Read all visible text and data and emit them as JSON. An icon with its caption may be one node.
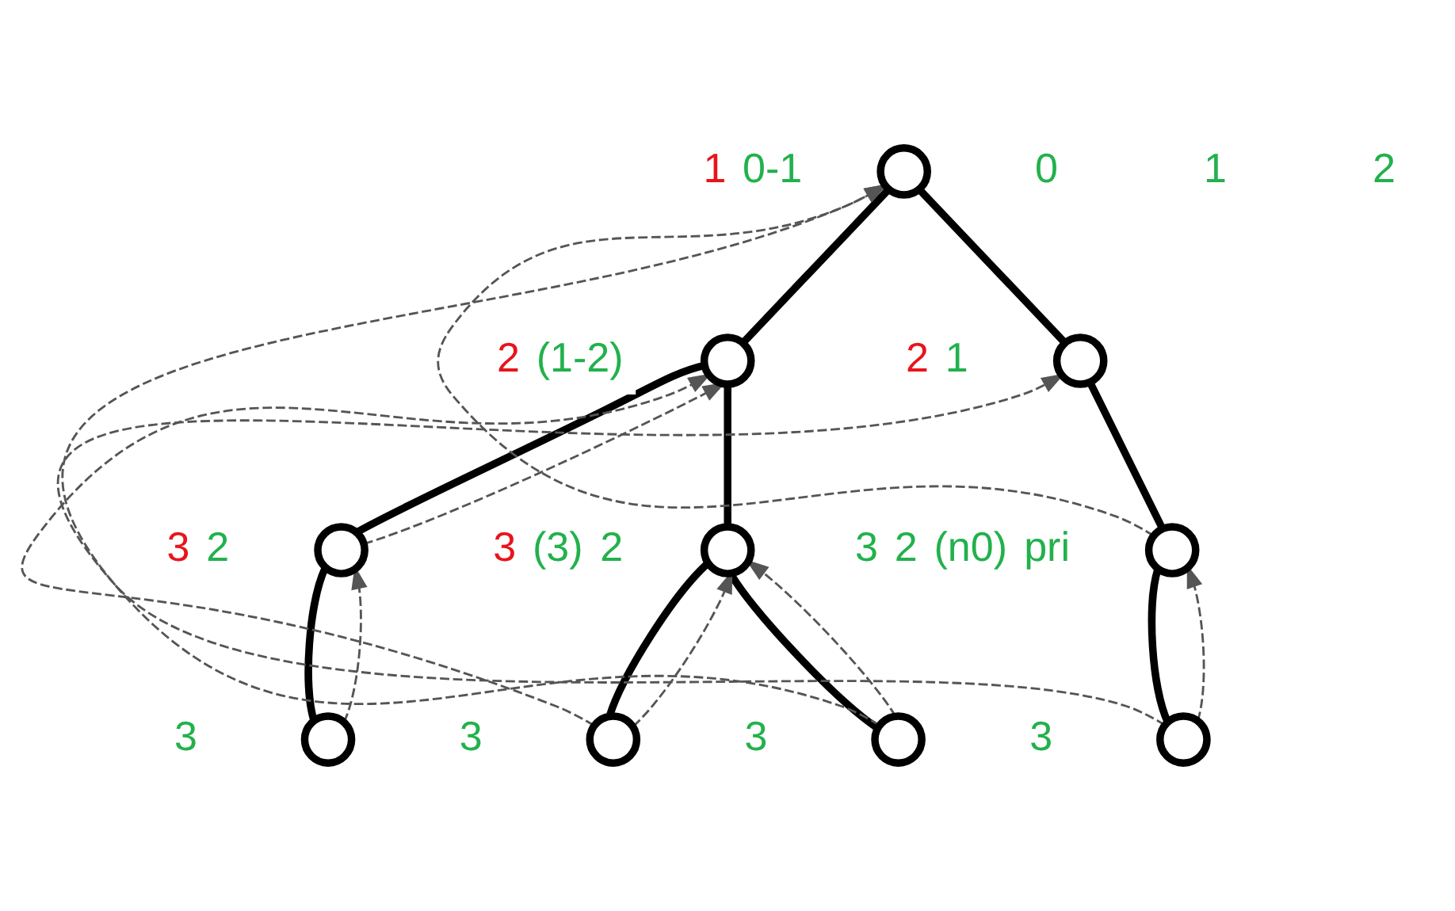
{
  "diagram": {
    "nodes": [
      {
        "text": [],
        "shape": "circle",
        "beside": [
          "1",
          "0-1"
        ]
      },
      {
        "text": [],
        "shape": "circle",
        "beside": [
          "2",
          "(1-2)"
        ]
      },
      {
        "text": [],
        "shape": "circle",
        "beside": [
          "2",
          "1"
        ]
      },
      {
        "text": [],
        "shape": "circle",
        "beside": [
          "3",
          "2"
        ]
      },
      {
        "text": [],
        "shape": "circle",
        "beside": [
          "3",
          "(3)",
          "2"
        ]
      },
      {
        "text": [],
        "shape": "circle",
        "beside": [
          "3",
          "2",
          "(n0)",
          "pri"
        ]
      },
      {
        "text": [],
        "shape": "circle",
        "beside": [
          "3"
        ]
      },
      {
        "text": [],
        "shape": "circle",
        "beside": [
          "3"
        ]
      },
      {
        "text": [],
        "shape": "circle",
        "beside": [
          "3"
        ]
      },
      {
        "text": [],
        "shape": "circle",
        "beside": [
          "3"
        ]
      }
    ],
    "edges": [
      {
        "from": 0,
        "to": 1,
        "arrow": "none",
        "style": "thick"
      },
      {
        "from": 0,
        "to": 2,
        "arrow": "none",
        "style": "thick"
      },
      {
        "from": 1,
        "to": 3,
        "arrow": "none",
        "style": "thick"
      },
      {
        "from": 1,
        "to": 4,
        "arrow": "none",
        "style": "thick"
      },
      {
        "from": 2,
        "to": 5,
        "arrow": "none",
        "style": "thick"
      },
      {
        "from": 3,
        "to": 6,
        "arrow": "none",
        "style": "thick"
      },
      {
        "from": 4,
        "to": 7,
        "arrow": "none",
        "style": "thick"
      },
      {
        "from": 4,
        "to": 8,
        "arrow": "none",
        "style": "thick"
      },
      {
        "from": 5,
        "to": 9,
        "arrow": "none",
        "style": "thick"
      },
      {
        "from": 6,
        "to": 3,
        "arrow": "to",
        "style": "dashed"
      },
      {
        "from": 3,
        "to": 1,
        "arrow": "to",
        "style": "dashed"
      },
      {
        "from": 7,
        "to": 1,
        "arrow": "to",
        "style": "dashed"
      },
      {
        "from": 7,
        "to": 4,
        "arrow": "to",
        "style": "dashed"
      },
      {
        "from": 8,
        "to": 4,
        "arrow": "to",
        "style": "dashed"
      },
      {
        "from": 8,
        "to": 0,
        "arrow": "to",
        "style": "dashed"
      },
      {
        "from": 5,
        "to": 0,
        "arrow": "to",
        "style": "dashed"
      },
      {
        "from": 9,
        "to": 5,
        "arrow": "to",
        "style": "dashed"
      },
      {
        "from": 9,
        "to": 2,
        "arrow": "to",
        "style": "dashed"
      }
    ],
    "labels": [
      "0",
      "1",
      "2"
    ]
  }
}
